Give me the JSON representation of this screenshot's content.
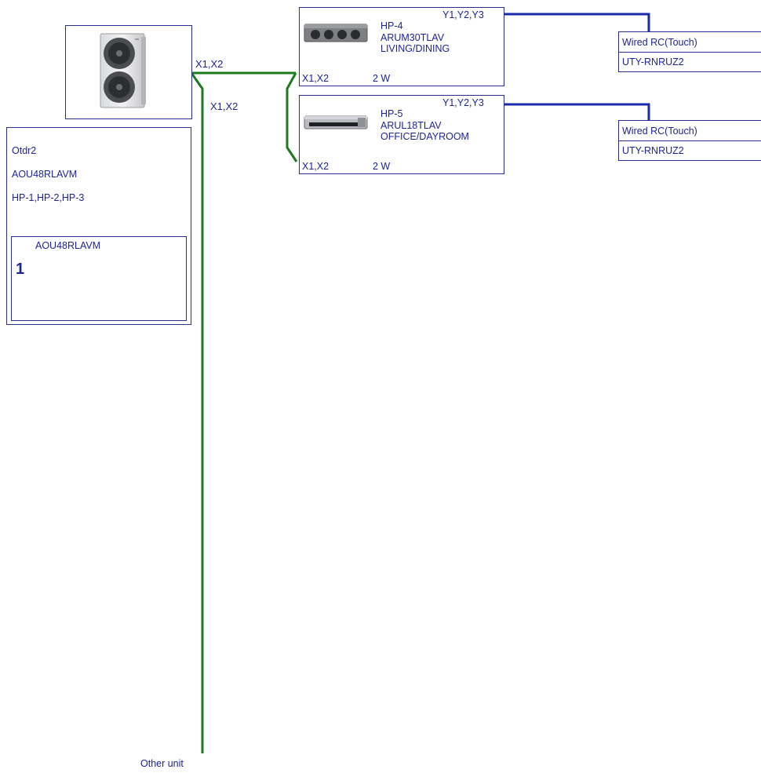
{
  "colors": {
    "box_border": "#2a2f8f",
    "text": "#1d2596",
    "transmission_wire": "#1e7a1e",
    "remote_wire": "#1b2aa8"
  },
  "outdoor_unit": {
    "image_icon": "outdoor-condenser-unit-icon",
    "name": "Otdr2",
    "model": "AOU48RLAVM",
    "connected_units": "HP-1,HP-2,HP-3",
    "sub_panel": {
      "model": "AOU48RLAVM",
      "number": "1"
    }
  },
  "wire_labels": {
    "outdoor_terminal_upper": "X1,X2",
    "outdoor_terminal_lower": "X1,X2",
    "other_unit": "Other unit"
  },
  "indoor_units": [
    {
      "image_icon": "ducted-indoor-unit-icon",
      "tag": "HP-4",
      "model": "ARUM30TLAV",
      "room": "LIVING/DINING",
      "remote_terminal": "Y1,Y2,Y3",
      "transmission_terminal": "X1,X2",
      "wire_spec": "2 W"
    },
    {
      "image_icon": "slim-duct-indoor-unit-icon",
      "tag": "HP-5",
      "model": "ARUL18TLAV",
      "room": "OFFICE/DAYROOM",
      "remote_terminal": "Y1,Y2,Y3",
      "transmission_terminal": "X1,X2",
      "wire_spec": "2 W"
    }
  ],
  "remote_controllers": [
    {
      "type": "Wired RC(Touch)",
      "model": "UTY-RNRUZ2"
    },
    {
      "type": "Wired RC(Touch)",
      "model": "UTY-RNRUZ2"
    }
  ]
}
